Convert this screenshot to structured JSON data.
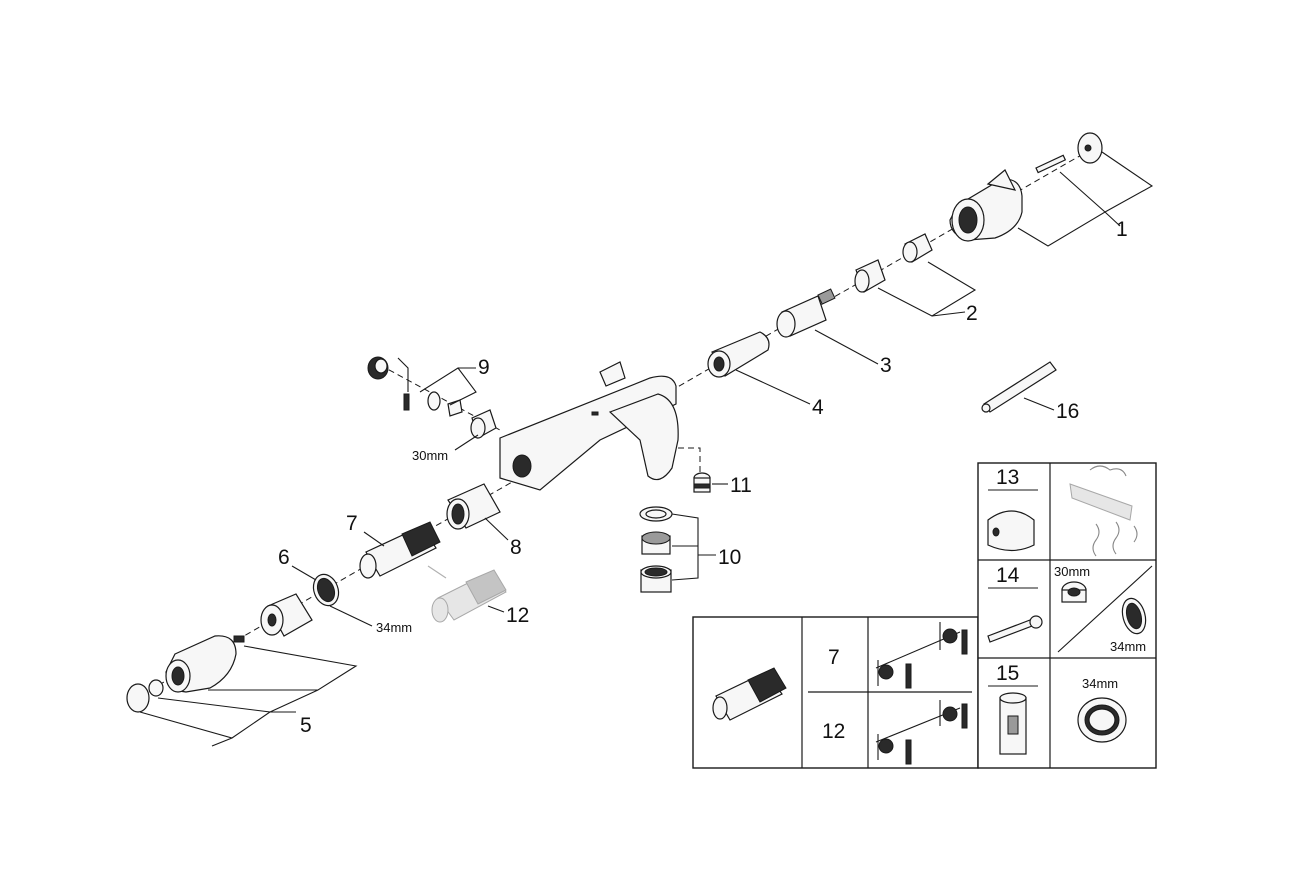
{
  "callouts": {
    "c1": "1",
    "c2": "2",
    "c3": "3",
    "c4": "4",
    "c5": "5",
    "c6": "6",
    "c7": "7",
    "c8": "8",
    "c9": "9",
    "c10": "10",
    "c11": "11",
    "c12": "12",
    "c16": "16"
  },
  "dimensions": {
    "d30_nut": "30mm",
    "d34_ring": "34mm"
  },
  "table": {
    "row7": "7",
    "row12": "12",
    "tool13": "13",
    "tool14": "14",
    "tool15": "15",
    "tool14_dim_a": "30mm",
    "tool14_dim_b": "34mm",
    "tool15_dim": "34mm"
  }
}
